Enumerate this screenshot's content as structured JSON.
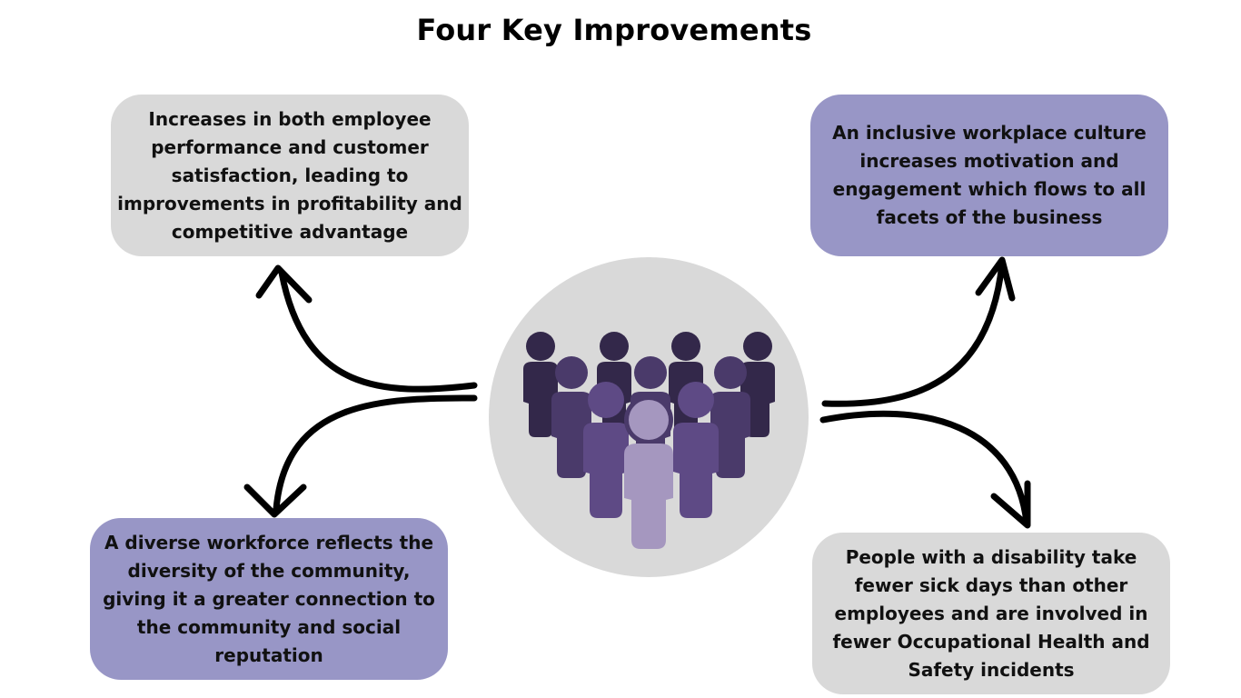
{
  "title": "Four Key Improvements",
  "colors": {
    "gray_box": "#d9d9d9",
    "purple_box": "#9896c6",
    "circle": "#d9d9d9",
    "arrow": "#000000",
    "people_dark": "#33284a",
    "people_mid": "#4a3a6a",
    "people_light": "#5e4a85",
    "people_front": "#a597bf"
  },
  "center_icon": "group-of-people-icon",
  "boxes": {
    "top_left": "Increases in both employee performance and customer satisfaction, leading to improvements in profitability and competitive advantage",
    "top_right": "An inclusive workplace culture increases motivation and engagement which flows to all facets of the business",
    "bottom_left": "A diverse workforce reflects the diversity of the community, giving it a greater connection to the community and social reputation",
    "bottom_right": "People with a disability take fewer sick days than other employees and are involved in fewer Occupational Health and Safety incidents"
  }
}
